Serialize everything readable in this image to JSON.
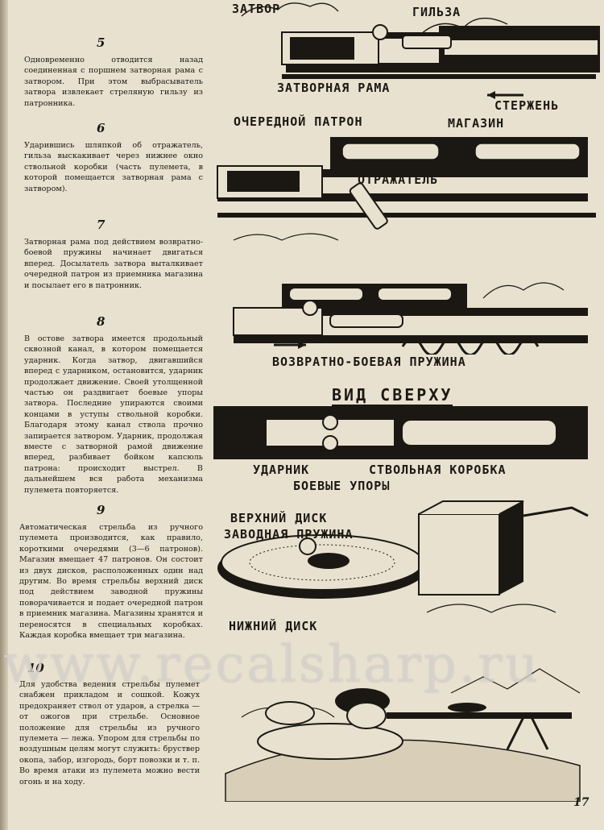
{
  "sections": [
    {
      "number": "5",
      "text": "Одновременно отводится назад соединенная с поршнем затворная рама с затвором. При этом выбрасыватель затвора извлекает стреляную гильзу из патронника."
    },
    {
      "number": "6",
      "text": "Ударившись шляпкой об отражатель, гильза выскакивает через нижнее окно ствольной коробки (часть пулемета, в которой помещается затворная рама с затвором)."
    },
    {
      "number": "7",
      "text": "Затворная рама под действием возвратно-боевой пружины начинает двигаться вперед. Досылатель затвора выталкивает очередной патрон из приемника магазина и посылает его в патронник."
    },
    {
      "number": "8",
      "text": "В остове затвора имеется продольный сквозной канал, в котором помещается ударник. Когда затвор, двигавшийся вперед с ударником, остановится, ударник продолжает движение. Своей утолщенной частью он раздвигает боевые упоры затвора. Последние упираются своими концами в уступы ствольной коробки. Благодаря этому канал ствола прочно запирается затвором. Ударник, продолжая вместе с затворной рамой движение вперед, разбивает бойком капсюль патрона: происходит выстрел. В дальнейшем вся работа механизма пулемета повторяется."
    },
    {
      "number": "9",
      "text": "Автоматическая стрельба из ручного пулемета производится, как правило, короткими очередями (3—6 патронов). Магазин вмещает 47 патронов. Он состоит из двух дисков, расположенных один над другим. Во время стрельбы верхний диск под действием заводной пружины поворачивается и подает очередной патрон в приемник магазина. Магазины хранятся и переносятся в специальных коробках. Каждая коробка вмещает три магазина."
    },
    {
      "number": "10",
      "text": "Для удобства ведения стрельбы пулемет снабжен прикладом и сошкой. Кожух предохраняет ствол от ударов, а стрелка — от ожогов при стрельбе. Основное положение для стрельбы из ручного пулемета — лежа. Упором для стрельбы по воздушным целям могут служить: бруствер окопа, забор, изгородь, борт повозки и т. п. Во время атаки из пулемета можно вести огонь и на ходу."
    }
  ],
  "labels": {
    "zatvor": "ЗАТВОР",
    "gilza": "ГИЛЬЗА",
    "zatvornaya_rama": "ЗАТВОРНАЯ РАМА",
    "sterzhen": "СТЕРЖЕНЬ",
    "ocherednoy_patron": "ОЧЕРЕДНОЙ ПАТРОН",
    "magazin": "МАГАЗИН",
    "otrazhatel": "ОТРАЖАТЕЛЬ",
    "pruzhina": "ВОЗВРАТНО-БОЕВАЯ ПРУЖИНА",
    "vid_sverhu": "ВИД СВЕРХУ",
    "udarnik": "УДАРНИК",
    "stvolnaya_korobka": "СТВОЛЬНАЯ КОРОБКА",
    "boevye_upory": "БОЕВЫЕ УПОРЫ",
    "verkhniy_disk": "ВЕРХНИЙ ДИСК",
    "zavodnaya_pruzhina": "ЗАВОДНАЯ ПРУЖИНА",
    "nizhniy_disk": "НИЖНИЙ ДИСК"
  },
  "watermark": "www.recalsharp.ru",
  "page_number": "17",
  "colors": {
    "paper": "#e9e1cf",
    "ink": "#1b1814"
  }
}
